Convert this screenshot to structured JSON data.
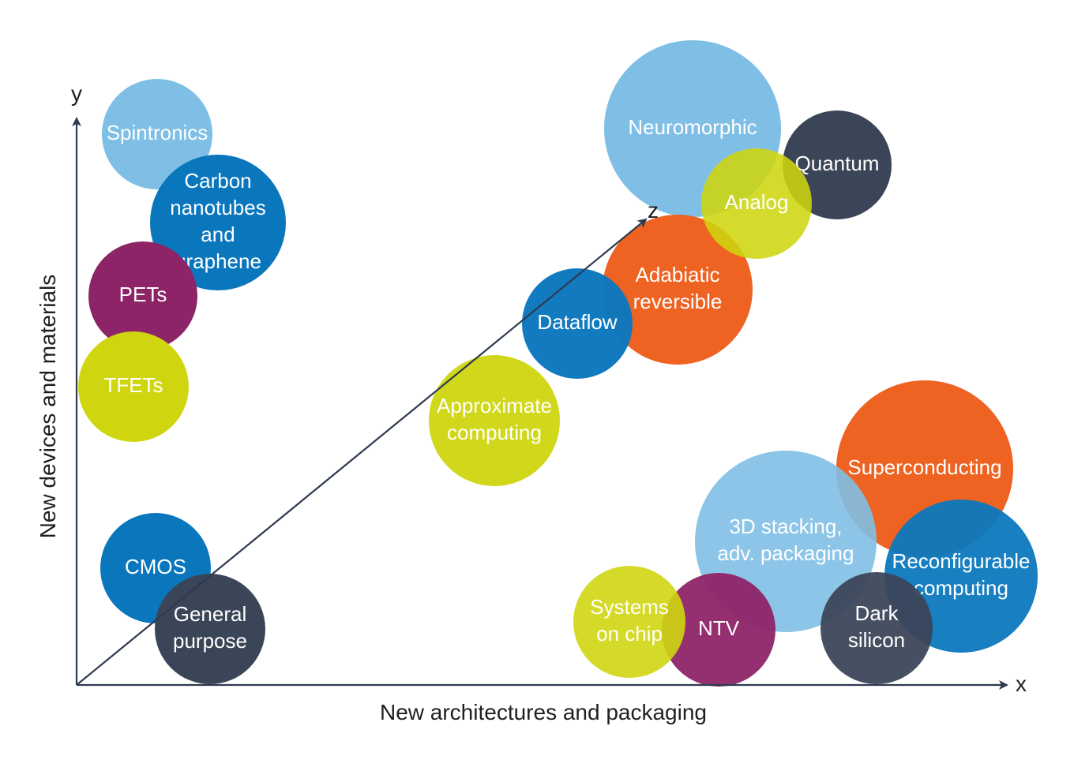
{
  "axes": {
    "x_letter": "x",
    "y_letter": "y",
    "z_letter": "z",
    "x_label": "New architectures and packaging",
    "y_label": "New devices and materials"
  },
  "colors": {
    "light_blue": "#7fbfe6",
    "blue": "#0a77bd",
    "purple": "#8e2468",
    "lime": "#cfd60f",
    "navy": "#3b4558",
    "orange": "#ee6322",
    "axis": "#2e3a4f"
  },
  "bubbles": [
    {
      "id": "spintronics",
      "lines": [
        "Spintronics"
      ],
      "color": "light_blue"
    },
    {
      "id": "carbon-nanotubes",
      "lines": [
        "Carbon",
        "nanotubes",
        "and",
        "graphene"
      ],
      "color": "blue"
    },
    {
      "id": "pets",
      "lines": [
        "PETs"
      ],
      "color": "purple"
    },
    {
      "id": "tfets",
      "lines": [
        "TFETs"
      ],
      "color": "lime"
    },
    {
      "id": "cmos",
      "lines": [
        "CMOS"
      ],
      "color": "blue"
    },
    {
      "id": "general-purpose",
      "lines": [
        "General",
        "purpose"
      ],
      "color": "navy"
    },
    {
      "id": "approximate-computing",
      "lines": [
        "Approximate",
        "computing"
      ],
      "color": "lime"
    },
    {
      "id": "neuromorphic",
      "lines": [
        "Neuromorphic"
      ],
      "color": "light_blue"
    },
    {
      "id": "quantum",
      "lines": [
        "Quantum"
      ],
      "color": "navy"
    },
    {
      "id": "adiabatic-reversible",
      "lines": [
        "Adabiatic",
        "reversible"
      ],
      "color": "orange"
    },
    {
      "id": "analog",
      "lines": [
        "Analog"
      ],
      "color": "lime"
    },
    {
      "id": "dataflow",
      "lines": [
        "Dataflow"
      ],
      "color": "blue"
    },
    {
      "id": "superconducting",
      "lines": [
        "Superconducting"
      ],
      "color": "orange"
    },
    {
      "id": "reconfigurable-computing",
      "lines": [
        "Reconfigurable",
        "computing"
      ],
      "color": "blue"
    },
    {
      "id": "3d-stacking",
      "lines": [
        "3D stacking,",
        "adv. packaging"
      ],
      "color": "light_blue"
    },
    {
      "id": "dark-silicon",
      "lines": [
        "Dark",
        "silicon"
      ],
      "color": "navy"
    },
    {
      "id": "ntv",
      "lines": [
        "NTV"
      ],
      "color": "purple"
    },
    {
      "id": "systems-on-chip",
      "lines": [
        "Systems",
        "on chip"
      ],
      "color": "lime"
    }
  ]
}
